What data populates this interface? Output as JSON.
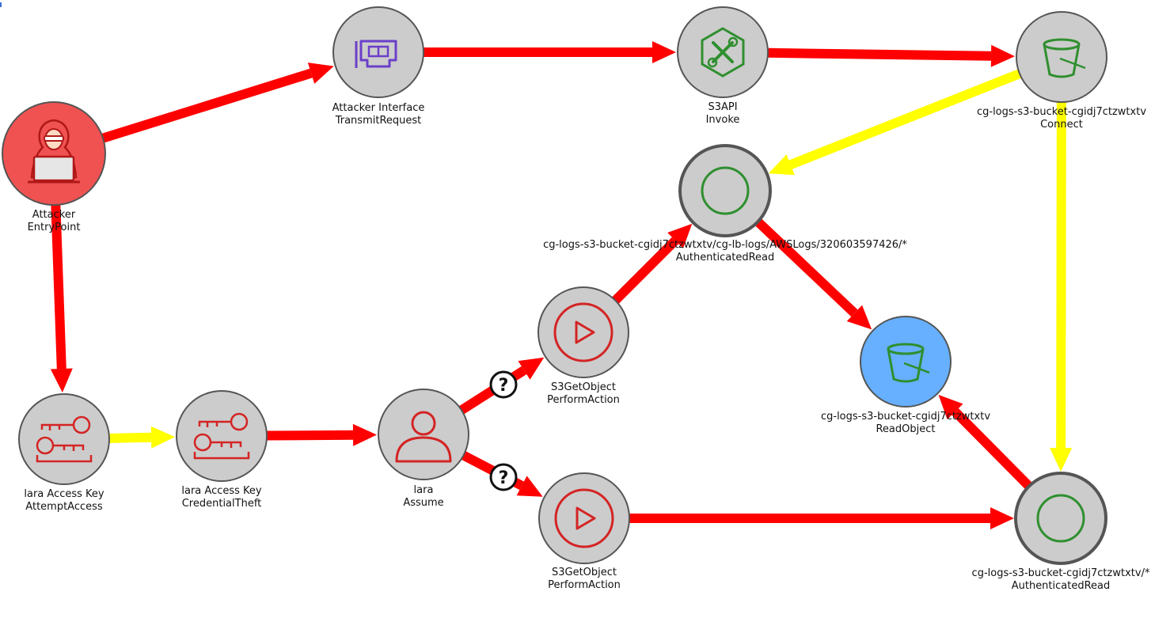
{
  "colors": {
    "node_fill": "#cccccc",
    "node_stroke": "#555555",
    "attacker_fill": "#f05252",
    "target_fill": "#66b0ff",
    "red_edge": "#ff0000",
    "yellow_edge": "#ffff00",
    "icon_purple": "#6b3fc9",
    "icon_green": "#2f8f2f",
    "icon_red": "#d42424"
  },
  "nodes": [
    {
      "id": "attacker",
      "icon": "hacker-icon",
      "line1": "Attacker",
      "line2": "EntryPoint"
    },
    {
      "id": "interface",
      "icon": "network-card-icon",
      "line1": "Attacker Interface",
      "line2": "TransmitRequest"
    },
    {
      "id": "s3api",
      "icon": "tools-icon",
      "line1": "S3API",
      "line2": "Invoke"
    },
    {
      "id": "bucket_connect",
      "icon": "bucket-icon",
      "line1": "cg-logs-s3-bucket-cgidj7ctzwtxtv",
      "line2": "Connect"
    },
    {
      "id": "lb_logs",
      "icon": "circle-icon",
      "line1": "cg-logs-s3-bucket-cgidj7ctzwtxtv/cg-lb-logs/AWSLogs/320603597426/*",
      "line2": "AuthenticatedRead"
    },
    {
      "id": "read_object",
      "icon": "bucket-icon",
      "line1": "cg-logs-s3-bucket-cgidj7ctzwtxtv",
      "line2": "ReadObject"
    },
    {
      "id": "getobject1",
      "icon": "play-icon",
      "line1": "S3GetObject",
      "line2": "PerformAction"
    },
    {
      "id": "getobject2",
      "icon": "play-icon",
      "line1": "S3GetObject",
      "line2": "PerformAction"
    },
    {
      "id": "bucket_all",
      "icon": "circle-icon",
      "line1": "cg-logs-s3-bucket-cgidj7ctzwtxtv/*",
      "line2": "AuthenticatedRead"
    },
    {
      "id": "attempt",
      "icon": "keys-icon",
      "line1": "lara Access Key",
      "line2": "AttemptAccess"
    },
    {
      "id": "theft",
      "icon": "keys-icon",
      "line1": "lara Access Key",
      "line2": "CredentialTheft"
    },
    {
      "id": "lara",
      "icon": "user-icon",
      "line1": "lara",
      "line2": "Assume"
    }
  ],
  "edges": [
    {
      "from": "attacker",
      "to": "interface",
      "color": "red"
    },
    {
      "from": "interface",
      "to": "s3api",
      "color": "red"
    },
    {
      "from": "s3api",
      "to": "bucket_connect",
      "color": "red"
    },
    {
      "from": "bucket_connect",
      "to": "lb_logs",
      "color": "yellow"
    },
    {
      "from": "bucket_connect",
      "to": "bucket_all",
      "color": "yellow"
    },
    {
      "from": "attacker",
      "to": "attempt",
      "color": "red"
    },
    {
      "from": "attempt",
      "to": "theft",
      "color": "yellow"
    },
    {
      "from": "theft",
      "to": "lara",
      "color": "red"
    },
    {
      "from": "lara",
      "to": "getobject1",
      "color": "red",
      "uncertain": "?"
    },
    {
      "from": "lara",
      "to": "getobject2",
      "color": "red",
      "uncertain": "?"
    },
    {
      "from": "getobject1",
      "to": "lb_logs",
      "color": "red"
    },
    {
      "from": "lb_logs",
      "to": "read_object",
      "color": "red"
    },
    {
      "from": "getobject2",
      "to": "bucket_all",
      "color": "red"
    },
    {
      "from": "bucket_all",
      "to": "read_object",
      "color": "red"
    }
  ]
}
